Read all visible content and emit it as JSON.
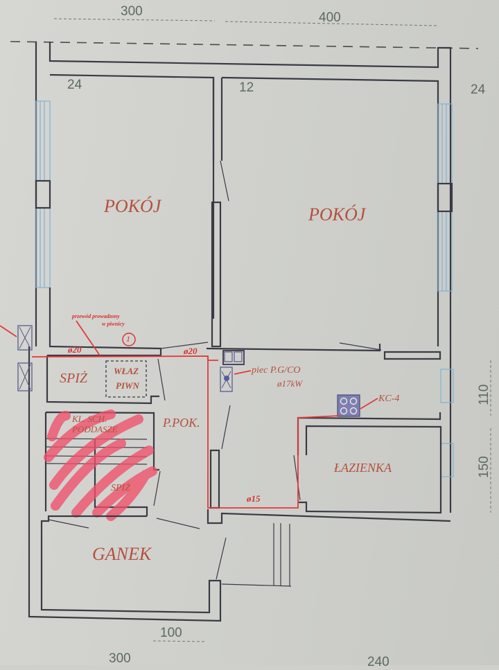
{
  "plan": {
    "dimensions": {
      "top_left": "300",
      "top_right": "400",
      "wall_left": "24",
      "wall_middle": "12",
      "wall_right": "24",
      "right_upper": "110",
      "right_lower": "150",
      "bottom_door": "100",
      "bottom_left": "300",
      "bottom_right": "240"
    },
    "rooms": {
      "room_left": "POKÓJ",
      "room_right": "POKÓJ",
      "pantry": "SPIŻ",
      "hatch_line1": "WŁAZ",
      "hatch_line2": "PIWN",
      "stairs_line1": "KL. SCH.",
      "stairs_line2": "PODDASZE",
      "pantry_small": "SPIŻ",
      "hallway": "P.POK.",
      "bathroom": "ŁAZIENKA",
      "porch": "GANEK"
    },
    "annotations": {
      "pipe_note_line1": "przewód prowadzony",
      "pipe_note_line2": "w piwnicy",
      "marker": "1",
      "pipe_left": "ø20",
      "pipe_mid": "ø20",
      "pipe_bottom": "ø15",
      "boiler_line1": "piec P.G/CO",
      "boiler_line2": "ø17kW",
      "stove": "KC-4"
    },
    "colors": {
      "walls": "#3a3a44",
      "room_labels": "#b4503c",
      "pipes": "#e23a3a",
      "windows": "#7fb3d6",
      "dimensions": "#5b6b5e",
      "highlight": "#f0506a"
    }
  }
}
